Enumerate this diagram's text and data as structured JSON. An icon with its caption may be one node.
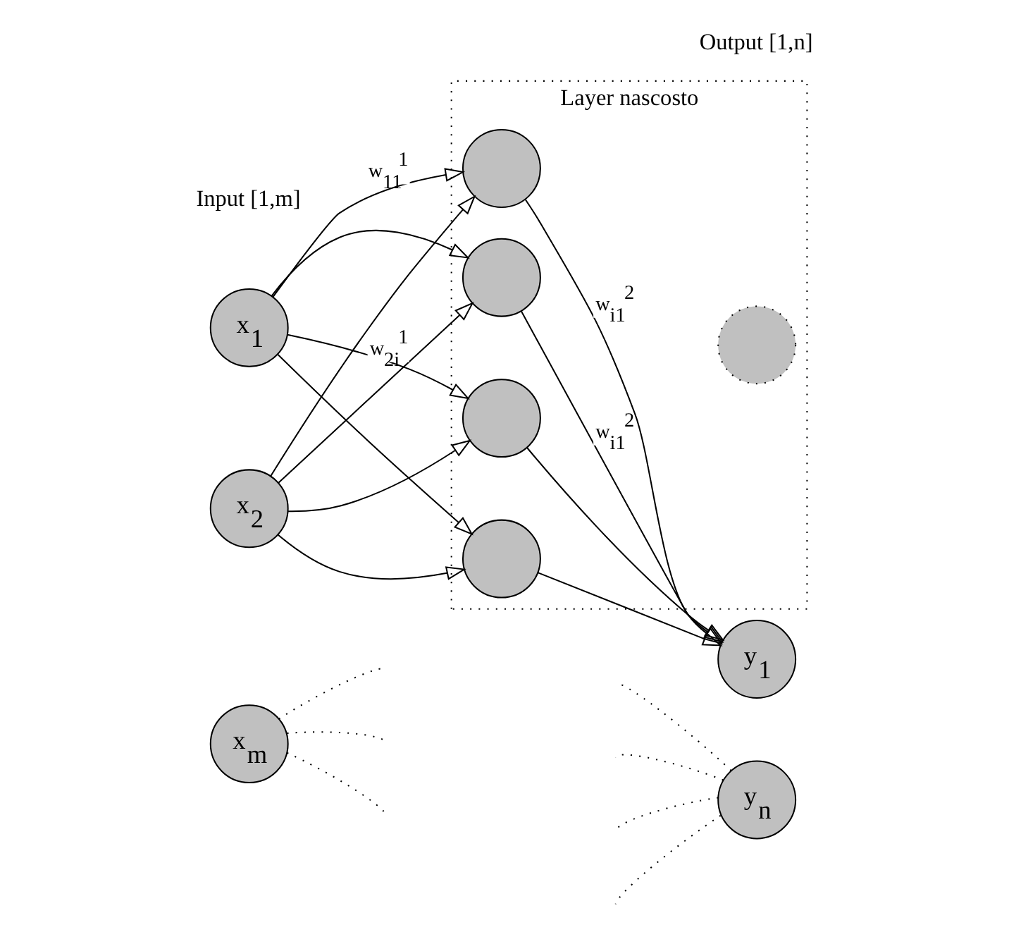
{
  "diagram": {
    "nodes": [
      {
        "text": [
          "x$_{1}$"
        ]
      },
      {
        "text": [
          "x$_{2}$"
        ]
      },
      {
        "text": [
          "x$_{m}$"
        ]
      },
      {
        "text": [
          "Layer nascosto"
        ]
      },
      {
        "text": [],
        "shape": "circle",
        "in": 3
      },
      {
        "text": [],
        "shape": "circle",
        "in": 3
      },
      {
        "text": [],
        "shape": "circle",
        "in": 3
      },
      {
        "text": [],
        "shape": "circle",
        "in": 3
      },
      {
        "text": [],
        "shape": "circle",
        "in": 3
      },
      {
        "text": [
          "y$_{1}$"
        ]
      },
      {
        "text": [
          "y$_{n}$"
        ]
      }
    ],
    "edges": [
      {
        "from": 0,
        "to": 4,
        "arrow": "to",
        "label": "w$_{11}$$^{1}$"
      },
      {
        "from": 0,
        "to": 5,
        "arrow": "to"
      },
      {
        "from": 0,
        "to": 6,
        "arrow": "to"
      },
      {
        "from": 0,
        "to": 7,
        "arrow": "to"
      },
      {
        "from": 1,
        "to": 4,
        "arrow": "to"
      },
      {
        "from": 1,
        "to": 5,
        "arrow": "to"
      },
      {
        "from": 1,
        "to": 6,
        "arrow": "to"
      },
      {
        "from": 1,
        "to": 7,
        "arrow": "to",
        "label": "w$_{2i}$$^{1}$"
      },
      {
        "from": 4,
        "to": 9,
        "arrow": "to",
        "label": "w$_{i1}$$^{2}$"
      },
      {
        "from": 5,
        "to": 9,
        "arrow": "to"
      },
      {
        "from": 6,
        "to": 9,
        "arrow": "to"
      },
      {
        "from": 7,
        "to": 9,
        "arrow": "to",
        "label": "w$_{i1}$$^{2}$"
      },
      {
        "from": 2,
        "to": null,
        "arrow": "none",
        "style": "dashed"
      },
      {
        "from": 2,
        "to": null,
        "arrow": "none",
        "style": "dashed"
      },
      {
        "from": 2,
        "to": null,
        "arrow": "none",
        "style": "dashed"
      },
      {
        "from": 10,
        "to": null,
        "arrow": "none",
        "style": "dashed"
      },
      {
        "from": 10,
        "to": null,
        "arrow": "none",
        "style": "dashed"
      },
      {
        "from": 10,
        "to": null,
        "arrow": "none",
        "style": "dashed"
      },
      {
        "from": 10,
        "to": null,
        "arrow": "none",
        "style": "dashed"
      }
    ],
    "labels": [
      "Input [1,m]",
      "Output [1,n]"
    ]
  }
}
